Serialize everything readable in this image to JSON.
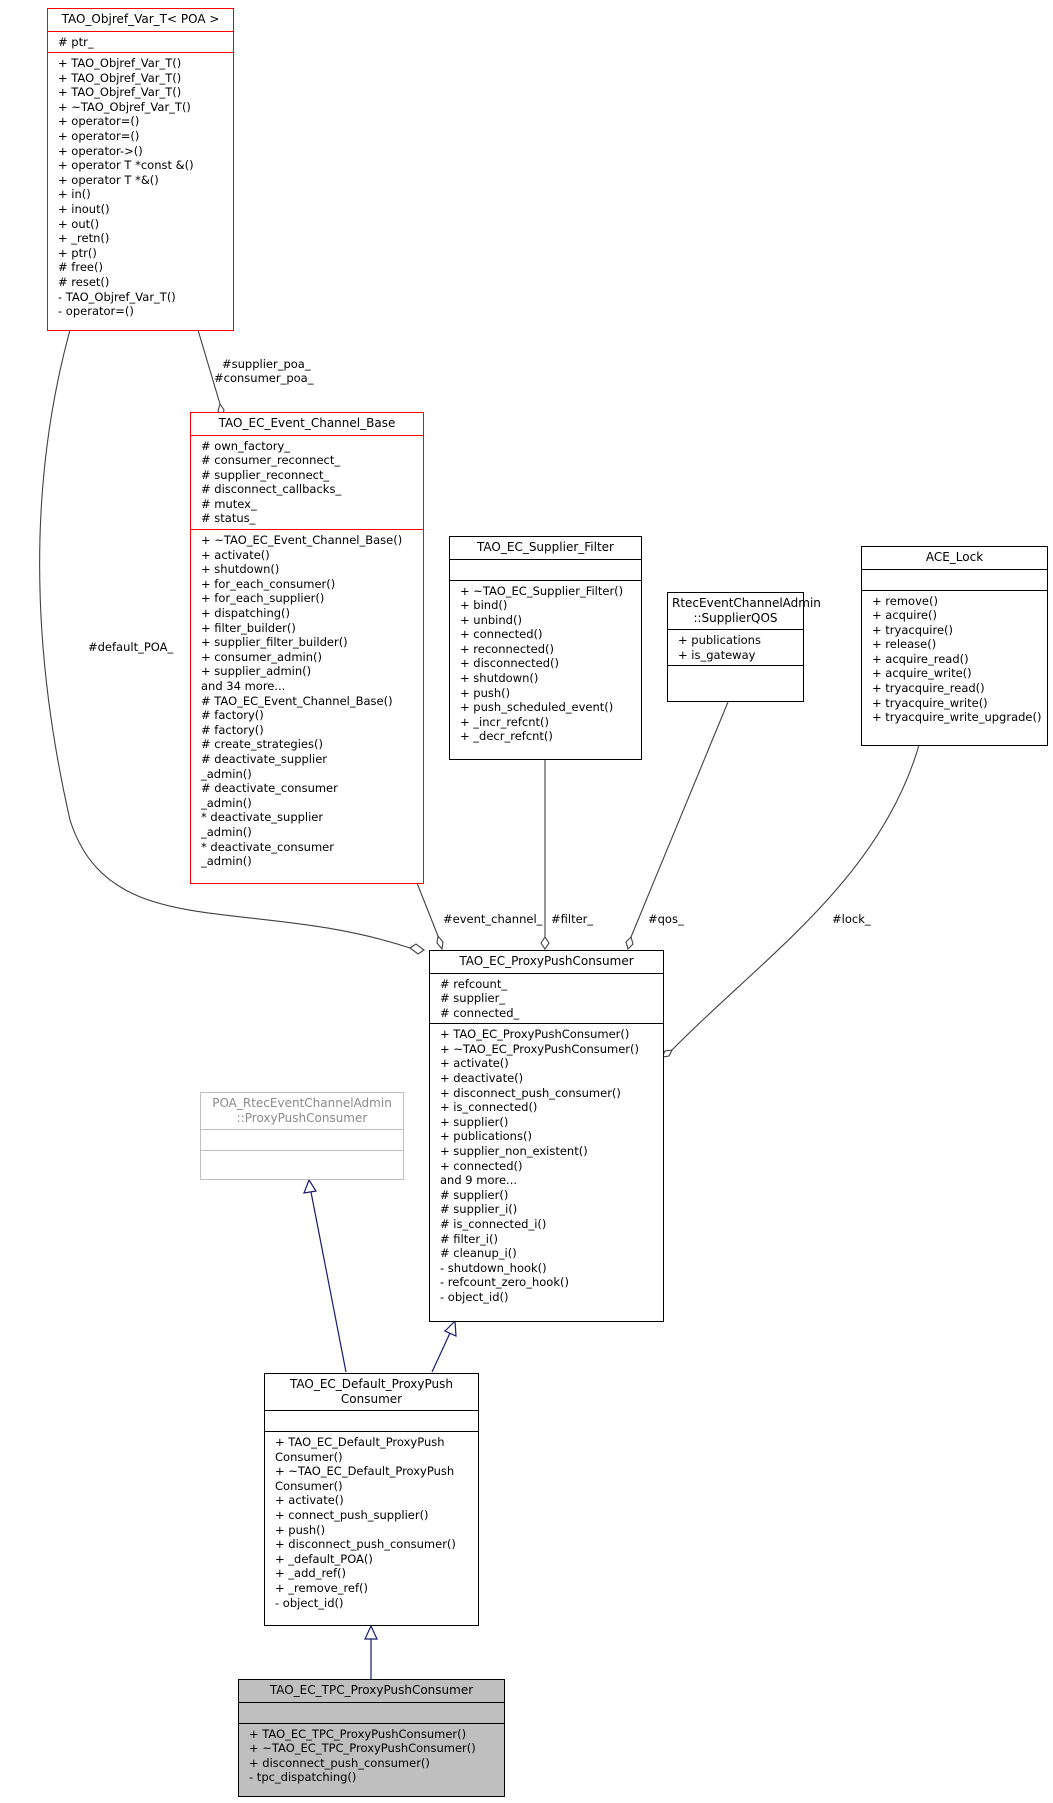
{
  "colors": {
    "base_class_border": "#ff0000",
    "undocumented_border": "#bfbfbf",
    "focus_fill": "#bfbfbf",
    "inheritance_arrow": "#191970",
    "usage_arrow": "#404040"
  },
  "classes": {
    "objref": {
      "name": "TAO_Objref_Var_T< POA >",
      "attributes": [
        "# ptr_"
      ],
      "methods": [
        "+ TAO_Objref_Var_T()",
        "+ TAO_Objref_Var_T()",
        "+ TAO_Objref_Var_T()",
        "+ ~TAO_Objref_Var_T()",
        "+ operator=()",
        "+ operator=()",
        "+ operator->()",
        "+ operator T *const &()",
        "+ operator T *&()",
        "+ in()",
        "+ inout()",
        "+ out()",
        "+ _retn()",
        "+ ptr()",
        "# free()",
        "# reset()",
        "- TAO_Objref_Var_T()",
        "- operator=()"
      ]
    },
    "channel_base": {
      "name": "TAO_EC_Event_Channel_Base",
      "attributes": [
        "# own_factory_",
        "# consumer_reconnect_",
        "# supplier_reconnect_",
        "# disconnect_callbacks_",
        "# mutex_",
        "# status_"
      ],
      "methods": [
        "+ ~TAO_EC_Event_Channel_Base()",
        "+ activate()",
        "+ shutdown()",
        "+ for_each_consumer()",
        "+ for_each_supplier()",
        "+ dispatching()",
        "+ filter_builder()",
        "+ supplier_filter_builder()",
        "+ consumer_admin()",
        "+ supplier_admin()",
        "and 34 more...",
        "# TAO_EC_Event_Channel_Base()",
        "# factory()",
        "# factory()",
        "# create_strategies()",
        "# deactivate_supplier",
        "_admin()",
        "# deactivate_consumer",
        "_admin()",
        "* deactivate_supplier",
        "_admin()",
        "* deactivate_consumer",
        "_admin()"
      ]
    },
    "supplier_filter": {
      "name": "TAO_EC_Supplier_Filter",
      "attributes": [],
      "methods": [
        "+ ~TAO_EC_Supplier_Filter()",
        "+ bind()",
        "+ unbind()",
        "+ connected()",
        "+ reconnected()",
        "+ disconnected()",
        "+ shutdown()",
        "+ push()",
        "+ push_scheduled_event()",
        "+ _incr_refcnt()",
        "+ _decr_refcnt()"
      ]
    },
    "supplier_qos": {
      "name_line1": "RtecEventChannelAdmin",
      "name_line2": "::SupplierQOS",
      "attributes": [
        "+ publications",
        "+ is_gateway"
      ],
      "methods": []
    },
    "ace_lock": {
      "name": "ACE_Lock",
      "attributes": [],
      "methods": [
        "+ remove()",
        "+ acquire()",
        "+ tryacquire()",
        "+ release()",
        "+ acquire_read()",
        "+ acquire_write()",
        "+ tryacquire_read()",
        "+ tryacquire_write()",
        "+ tryacquire_write_upgrade()"
      ]
    },
    "proxy_push_consumer": {
      "name": "TAO_EC_ProxyPushConsumer",
      "attributes": [
        "# refcount_",
        "# supplier_",
        "# connected_"
      ],
      "methods": [
        "+ TAO_EC_ProxyPushConsumer()",
        "+ ~TAO_EC_ProxyPushConsumer()",
        "+ activate()",
        "+ deactivate()",
        "+ disconnect_push_consumer()",
        "+ is_connected()",
        "+ supplier()",
        "+ publications()",
        "+ supplier_non_existent()",
        "+ connected()",
        "and 9 more...",
        "# supplier()",
        "# supplier_i()",
        "# is_connected_i()",
        "# filter_i()",
        "# cleanup_i()",
        "- shutdown_hook()",
        "- refcount_zero_hook()",
        "- object_id()"
      ]
    },
    "poa_proxy": {
      "name_line1": "POA_RtecEventChannelAdmin",
      "name_line2": "::ProxyPushConsumer",
      "attributes": [],
      "methods": []
    },
    "default_proxy": {
      "name_line1": "TAO_EC_Default_ProxyPush",
      "name_line2": "Consumer",
      "attributes": [],
      "methods": [
        "+ TAO_EC_Default_ProxyPush",
        "Consumer()",
        "+ ~TAO_EC_Default_ProxyPush",
        "Consumer()",
        "+ activate()",
        "+ connect_push_supplier()",
        "+ push()",
        "+ disconnect_push_consumer()",
        "+ _default_POA()",
        "+ _add_ref()",
        "+ _remove_ref()",
        "- object_id()"
      ]
    },
    "tpc_proxy": {
      "name": "TAO_EC_TPC_ProxyPushConsumer",
      "attributes": [],
      "methods": [
        "+ TAO_EC_TPC_ProxyPushConsumer()",
        "+ ~TAO_EC_TPC_ProxyPushConsumer()",
        "+ disconnect_push_consumer()",
        "- tpc_dispatching()"
      ]
    }
  },
  "edge_labels": {
    "poa_roles_line1": "#supplier_poa_",
    "poa_roles_line2": "#consumer_poa_",
    "default_poa": "#default_POA_",
    "event_channel": "#event_channel_",
    "filter": "#filter_",
    "qos": "#qos_",
    "lock": "#lock_"
  }
}
